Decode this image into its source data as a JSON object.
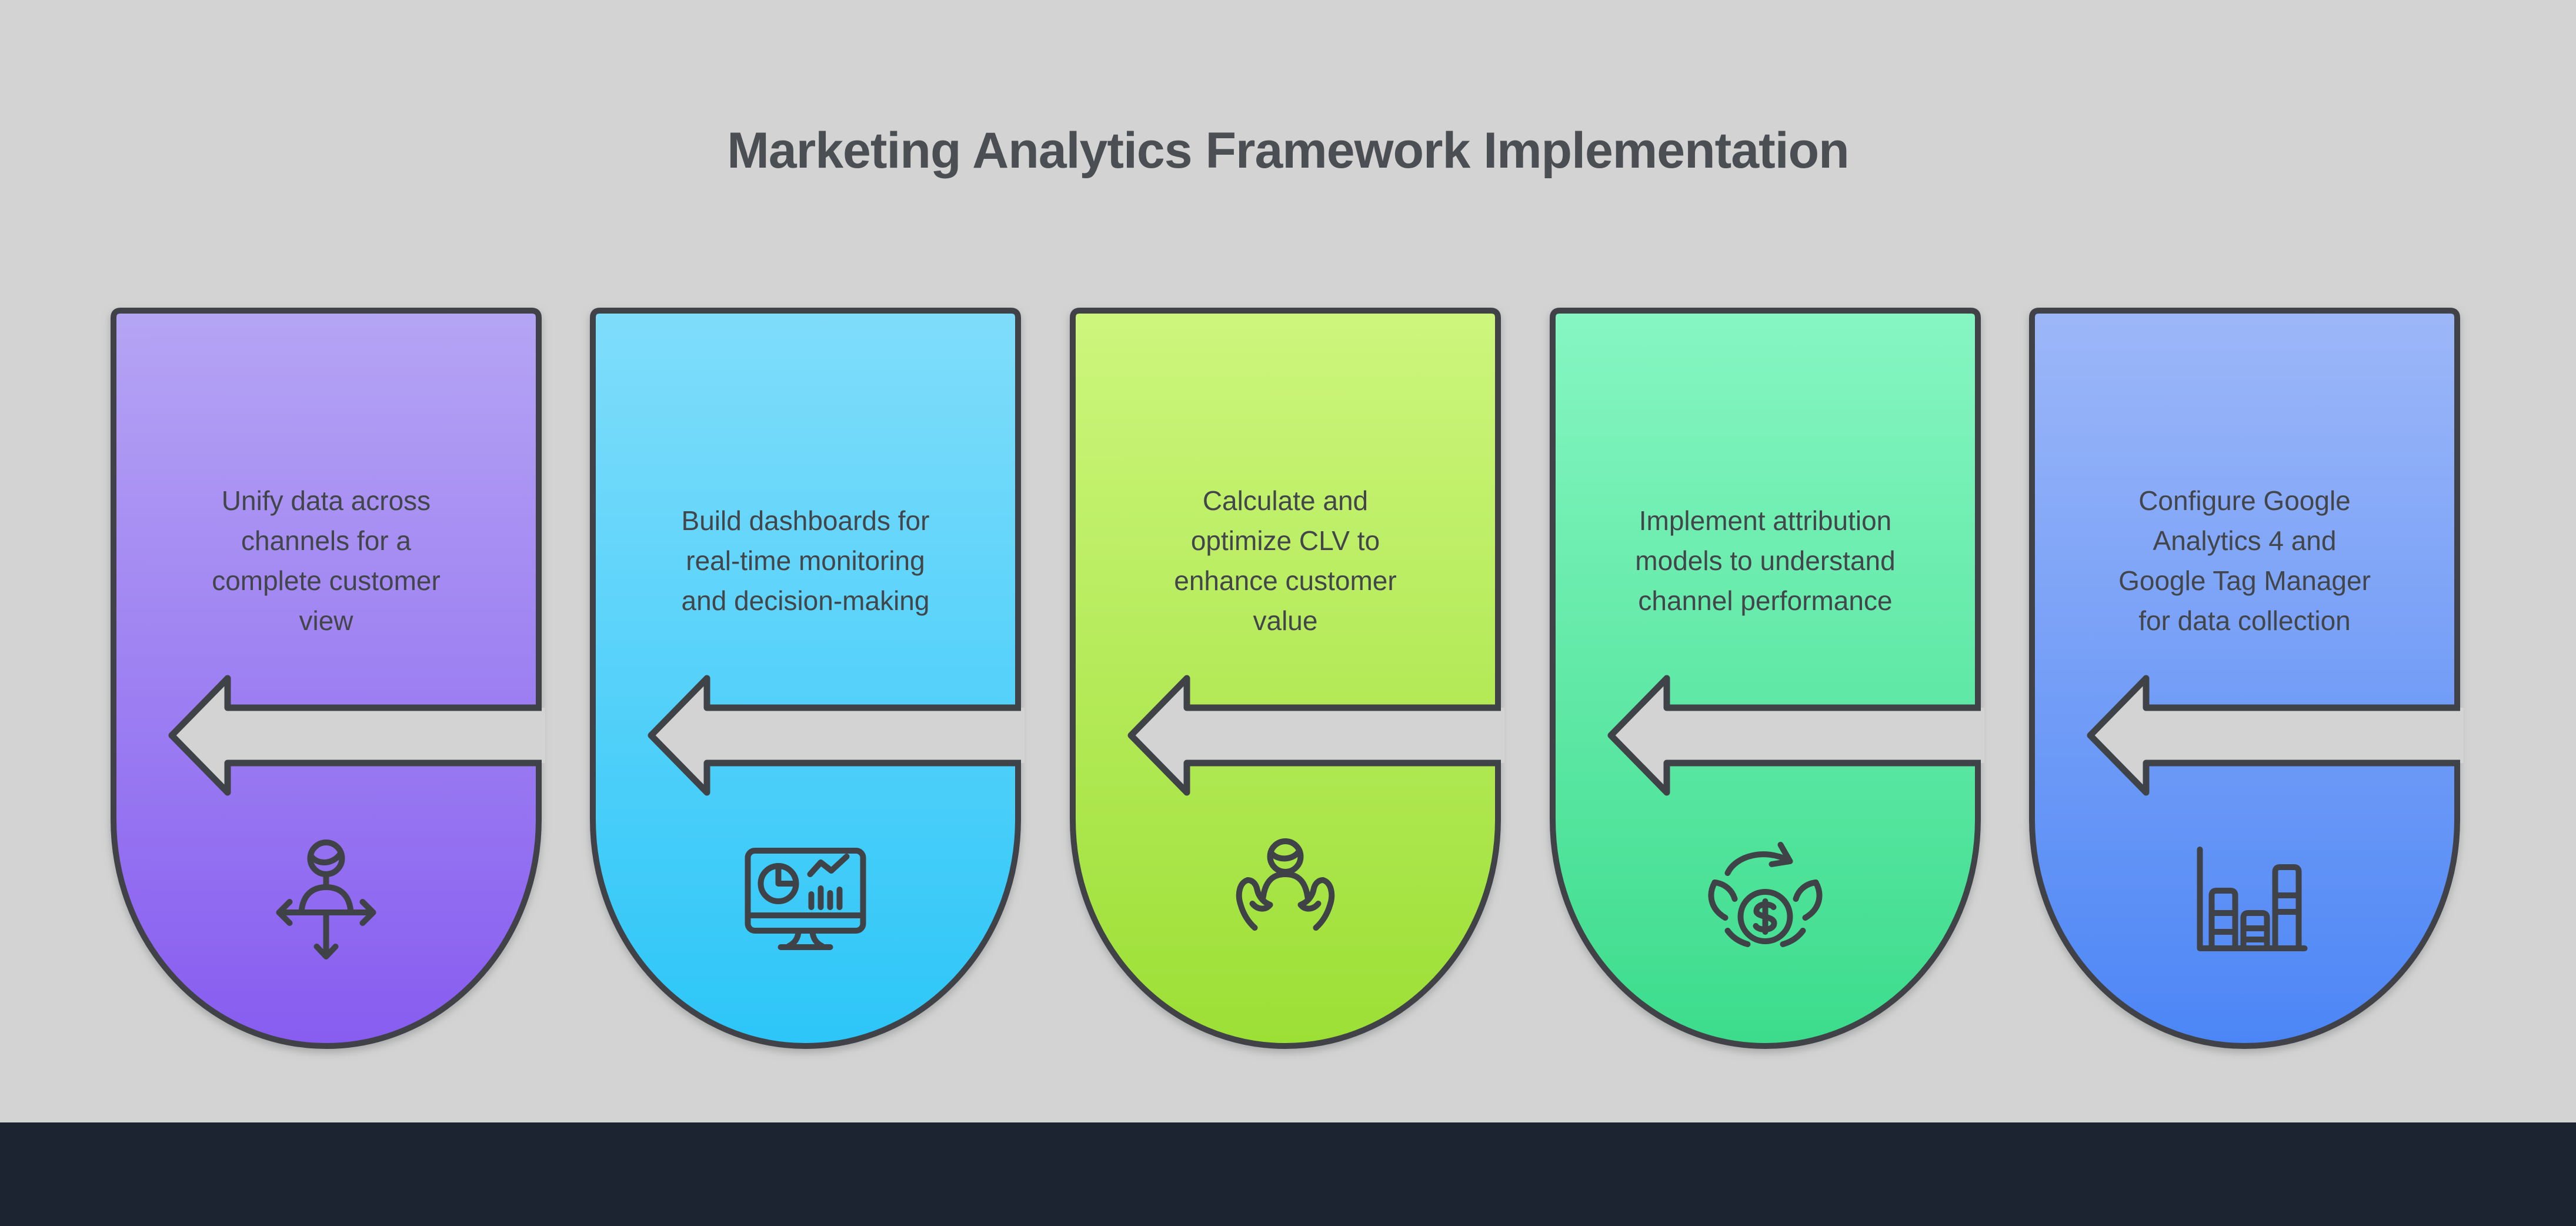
{
  "title": "Marketing Analytics Framework Implementation",
  "background_color": "#d3d3d3",
  "outline_color": "#3f4347",
  "arrow_fill_color": "#d3d3d3",
  "title_color": "#4b4e52",
  "text_color": "#42464a",
  "footer": {
    "color": "#1b2430"
  },
  "steps": [
    {
      "text": "Unify data across\nchannels for a\ncomplete customer\nview",
      "icon": "person-move",
      "color_top": "#b5a5f4",
      "color_bottom": "#875cf0"
    },
    {
      "text": "Build dashboards for\nreal-time monitoring\nand decision-making",
      "icon": "dashboard-monitor",
      "color_top": "#80ddfb",
      "color_bottom": "#2cc6f8"
    },
    {
      "text": "Calculate and\noptimize CLV to\nenhance customer\nvalue",
      "icon": "customer-care",
      "color_top": "#cdf67d",
      "color_bottom": "#9cdf35"
    },
    {
      "text": "Implement attribution\nmodels to understand\nchannel performance",
      "icon": "money-cycle",
      "color_top": "#86f6c2",
      "color_bottom": "#3cdc8c"
    },
    {
      "text": "Configure Google\nAnalytics 4 and\nGoogle Tag Manager\nfor data collection",
      "icon": "bar-chart",
      "color_top": "#9db7f8",
      "color_bottom": "#4c86f6"
    }
  ]
}
